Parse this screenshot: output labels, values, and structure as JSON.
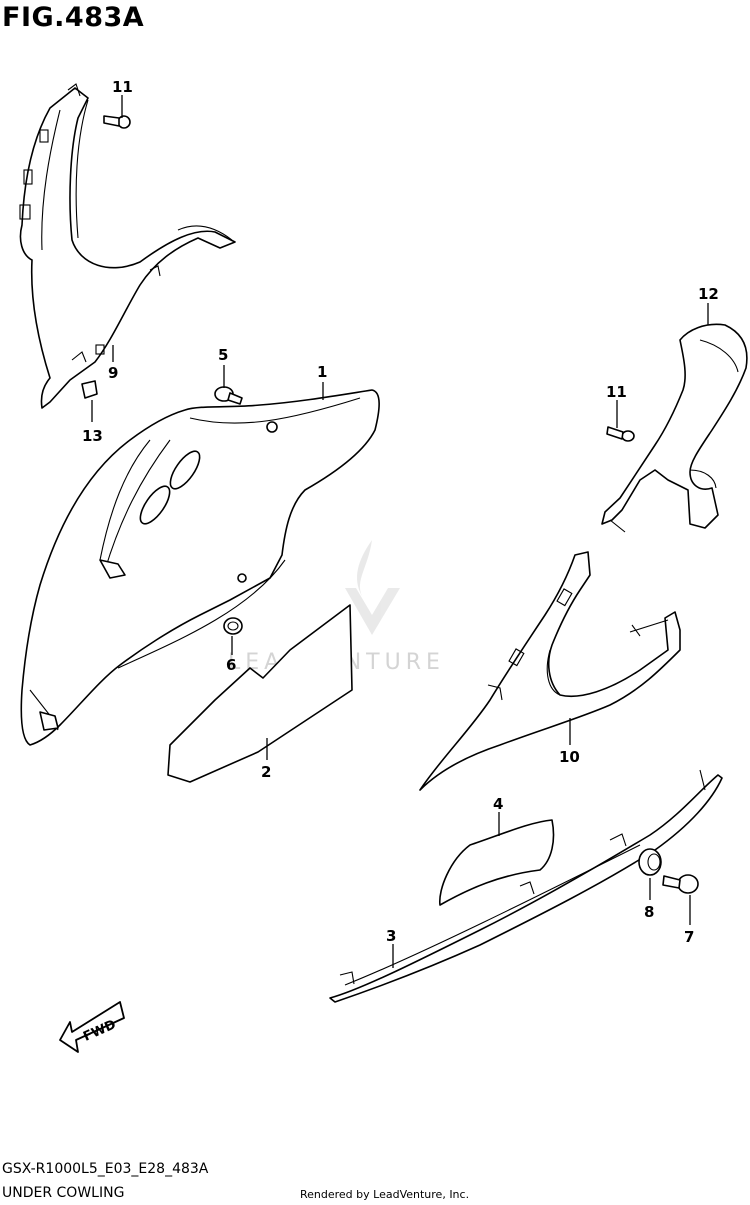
{
  "figure": {
    "title": "FIG.483A",
    "code": "GSX-R1000L5_E03_E28_483A",
    "name": "UNDER COWLING",
    "credit": "Rendered by LeadVenture, Inc.",
    "watermark": "LEADVENTURE",
    "fwd_label": "FWD"
  },
  "callouts": [
    "1",
    "2",
    "3",
    "4",
    "5",
    "6",
    "7",
    "8",
    "9",
    "10",
    "11",
    "11",
    "12",
    "13"
  ]
}
